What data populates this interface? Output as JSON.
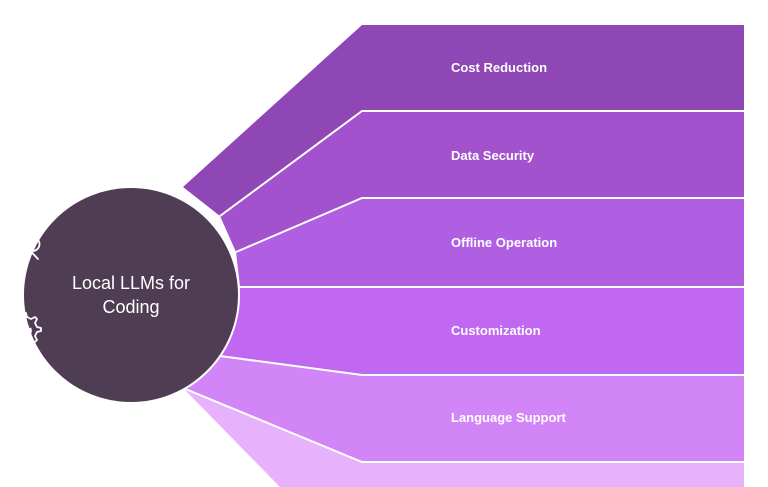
{
  "center": {
    "title": "Local LLMs for Coding",
    "color": "#4f3d54"
  },
  "branches": [
    {
      "label": "Cost Reduction",
      "icon": "piggy-bank-heart-icon",
      "color": "#8e47b5"
    },
    {
      "label": "Data Security",
      "icon": "table-lock-icon",
      "color": "#a252cc"
    },
    {
      "label": "Offline Operation",
      "icon": "cloud-off-icon",
      "color": "#b05fe2"
    },
    {
      "label": "Customization",
      "icon": "gear-wrench-icon",
      "color": "#c068f1"
    },
    {
      "label": "Language Support",
      "icon": "globe-gear-icon",
      "color": "#d285f7"
    },
    {
      "label": "",
      "icon": "",
      "color": "#e6b2fb"
    }
  ],
  "separator_color": "#ffffff"
}
